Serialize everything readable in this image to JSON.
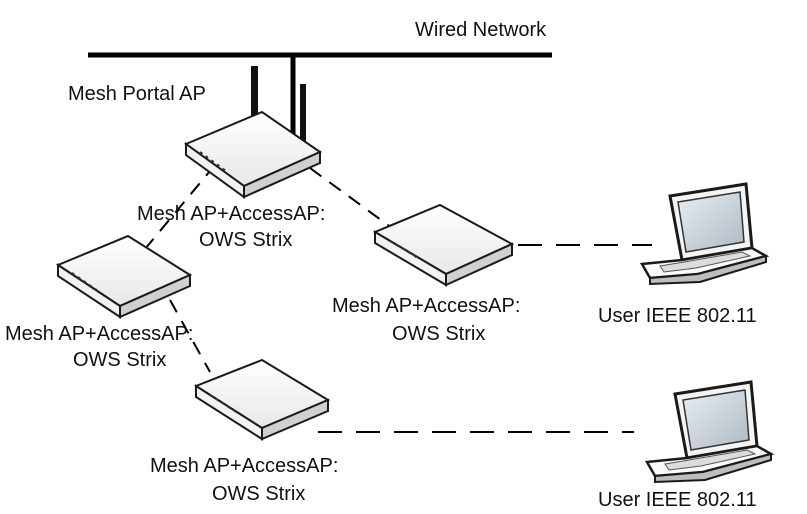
{
  "network": {
    "wired_label": "Wired Network"
  },
  "portal": {
    "label": "Mesh Portal AP"
  },
  "mesh_nodes": [
    {
      "line1": "Mesh AP+AccessAP:",
      "line2": "OWS Strix"
    },
    {
      "line1": "Mesh AP+AccessAP:",
      "line2": "OWS Strix"
    },
    {
      "line1": "Mesh AP+AccessAP:",
      "line2": "OWS Strix"
    },
    {
      "line1": "Mesh AP+AccessAP:",
      "line2": "OWS Strix"
    }
  ],
  "clients": [
    {
      "label": "User IEEE 802.11"
    },
    {
      "label": "User IEEE 802.11"
    }
  ],
  "colors": {
    "line": "#000000",
    "device_body": "#ffffff",
    "device_edge": "#1a1a1a",
    "screen": "#c9d3dc"
  }
}
